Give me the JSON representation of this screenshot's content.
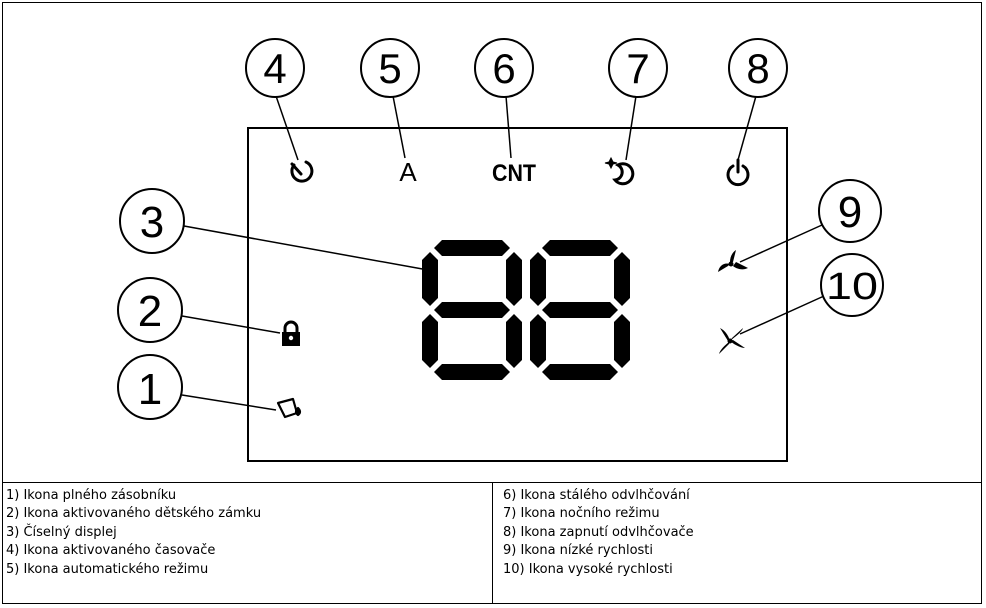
{
  "callouts": [
    "1",
    "2",
    "3",
    "4",
    "5",
    "6",
    "7",
    "8",
    "9",
    "10"
  ],
  "display": {
    "auto_symbol": "A",
    "cnt_symbol": "CNT",
    "digits": "88"
  },
  "legend": {
    "left": [
      "1) Ikona plného zásobníku",
      "2) Ikona aktivovaného dětského zámku",
      "3) Číselný displej",
      "4) Ikona aktivovaného časovače",
      "5) Ikona automatického režimu"
    ],
    "right": [
      "6) Ikona stálého odvlhčování",
      "7) Ikona nočního režimu",
      "8) Ikona zapnutí odvlhčovače",
      "9) Ikona nízké rychlosti",
      "10) Ikona vysoké rychlosti"
    ]
  }
}
